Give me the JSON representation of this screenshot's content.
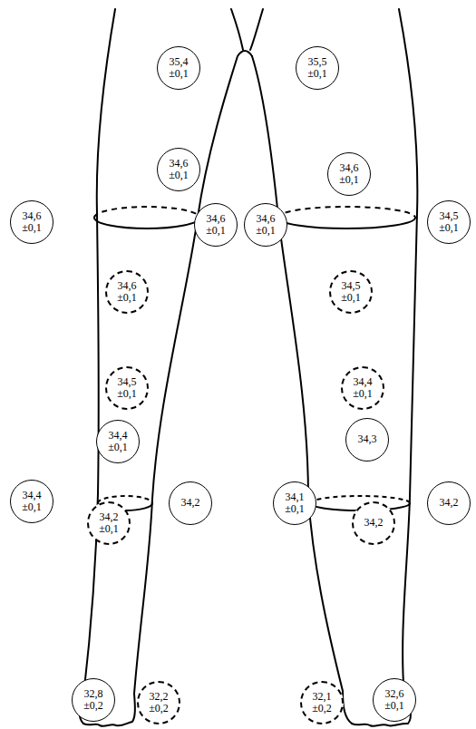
{
  "diagram": {
    "nodes": [
      {
        "text": [
          "35,4",
          "±0,1"
        ]
      },
      {
        "text": [
          "35,5",
          "±0,1"
        ]
      },
      {
        "text": [
          "34,6",
          "±0,1"
        ]
      },
      {
        "text": [
          "34,6",
          "±0,1"
        ]
      },
      {
        "text": [
          "34,6",
          "±0,1"
        ]
      },
      {
        "text": [
          "34,6",
          "±0,1"
        ]
      },
      {
        "text": [
          "34,6",
          "±0,1"
        ]
      },
      {
        "text": [
          "34,5",
          "±0,1"
        ]
      },
      {
        "text": [
          "34,6",
          "±0,1"
        ]
      },
      {
        "text": [
          "34,5",
          "±0,1"
        ]
      },
      {
        "text": [
          "34,5",
          "±0,1"
        ]
      },
      {
        "text": [
          "34,4",
          "±0,1"
        ]
      },
      {
        "text": [
          "34,4",
          "±0,1"
        ]
      },
      {
        "text": [
          "34,3"
        ]
      },
      {
        "text": [
          "34,4",
          "±0,1"
        ]
      },
      {
        "text": [
          "34,2"
        ]
      },
      {
        "text": [
          "34,1",
          "±0,1"
        ]
      },
      {
        "text": [
          "34,2"
        ]
      },
      {
        "text": [
          "34,2",
          "±0,1"
        ]
      },
      {
        "text": [
          "34,2"
        ]
      },
      {
        "text": [
          "32,8",
          "±0,2"
        ]
      },
      {
        "text": [
          "32,2",
          "±0,2"
        ]
      },
      {
        "text": [
          "32,1",
          "±0,2"
        ]
      },
      {
        "text": [
          "32,6",
          "±0,1"
        ]
      }
    ]
  }
}
